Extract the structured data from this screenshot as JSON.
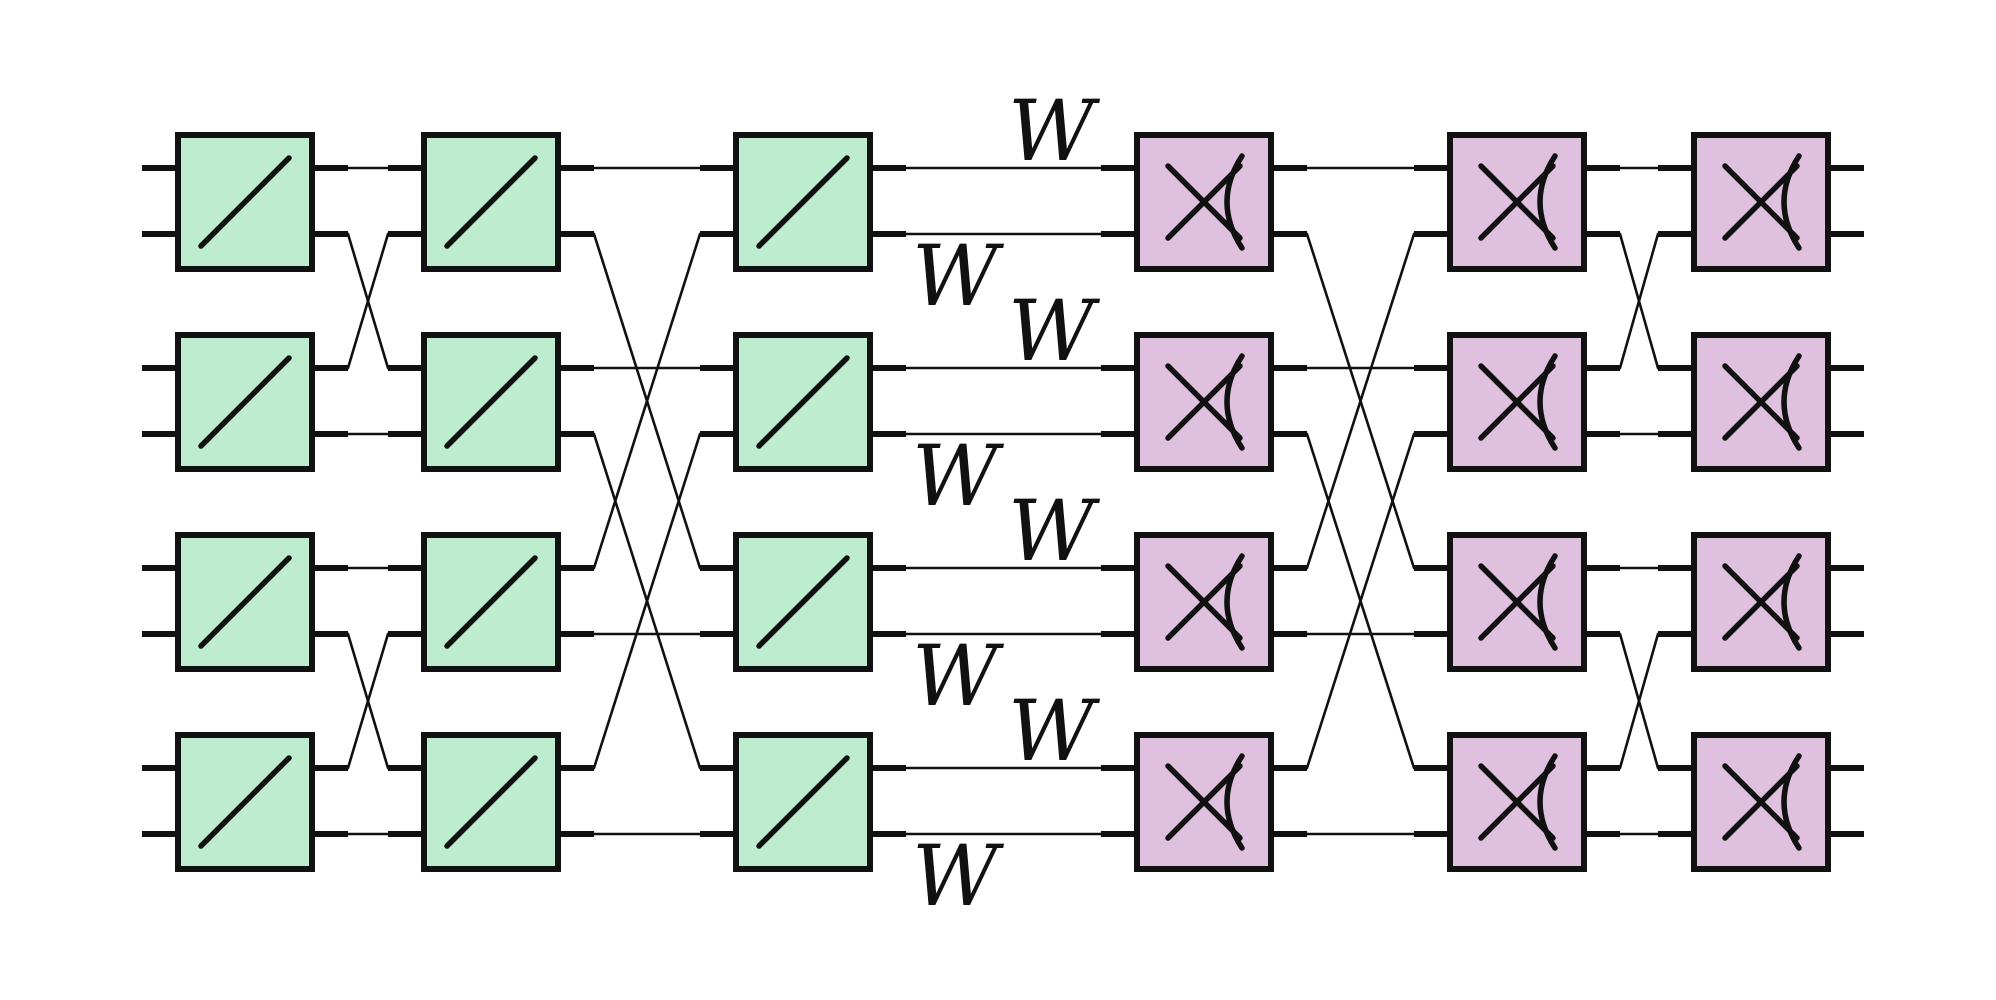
{
  "diagram": {
    "colors": {
      "beamsplitter_fill": "#bdeccf",
      "measurement_fill": "#dfc1df",
      "line": "#111111"
    },
    "columns": [
      {
        "kind": "beamsplitter",
        "icon": "diagonal-slash-icon"
      },
      {
        "kind": "beamsplitter",
        "icon": "diagonal-slash-icon"
      },
      {
        "kind": "beamsplitter",
        "icon": "diagonal-slash-icon"
      },
      {
        "kind": "measurement",
        "icon": "cross-with-arc-icon"
      },
      {
        "kind": "measurement",
        "icon": "cross-with-arc-icon"
      },
      {
        "kind": "measurement",
        "icon": "cross-with-arc-icon"
      }
    ],
    "rows": 4,
    "wire_labels": [
      "W",
      "W",
      "W",
      "W",
      "W",
      "W",
      "W",
      "W"
    ]
  }
}
